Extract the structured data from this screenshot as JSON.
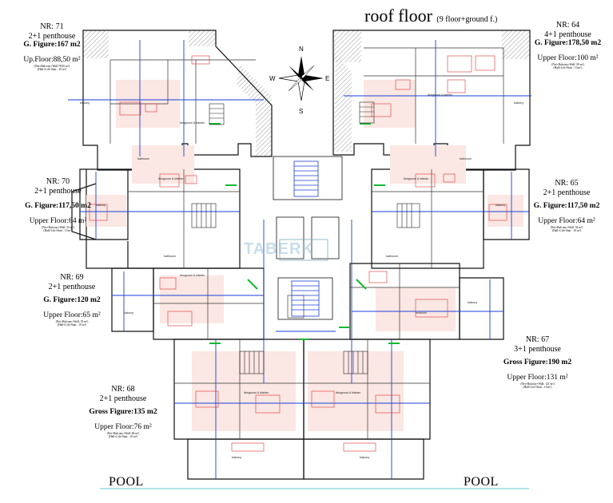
{
  "title": {
    "main": "roof floor",
    "sub": "(9 floor+ground f.)"
  },
  "compass": {
    "n": "N",
    "s": "S",
    "e": "E",
    "w": "W"
  },
  "watermark": "TABERK",
  "pool_left": "POOL",
  "pool_right": "POOL",
  "apartments": [
    {
      "id": "71",
      "nr": "NR: 71",
      "type": "2+1 penthouse",
      "figure": "G. Figure:167 m2",
      "upper": "Up.Floor:88,50  m²",
      "detail1": "(Net+Balcony+Wall:78,95 m²)",
      "detail2": "(Hall+Lift+Stair : 10 m²)"
    },
    {
      "id": "64",
      "nr": "NR: 64",
      "type": "4+1 penthouse",
      "figure": "G. Figure:178,50 m2",
      "upper": "Upper Floor:100  m²",
      "detail1": "(Net+Balcony+Wall: 90 m²)",
      "detail2": "(Hall+Lift+Stair : 10 m²)"
    },
    {
      "id": "70",
      "nr": "NR: 70",
      "type": "2+1 penthouse",
      "figure": "G. Figure:117,50 m2",
      "upper": "Upper Floor:64  m²",
      "detail1": "(Net+Balcony+Wall: 54 m²)",
      "detail2": "(Hall+Lift+Stair : 10 m²)"
    },
    {
      "id": "65",
      "nr": "NR: 65",
      "type": "2+1 penthouse",
      "figure": "G. Figure:117,50 m2",
      "upper": "Upper Floor:64  m²",
      "detail1": "(Net+Balcony+Wall: 54 m²)",
      "detail2": "(Hall+Lift+Stair : 10 m²)"
    },
    {
      "id": "69",
      "nr": "NR: 69",
      "type": "2+1 penthouse",
      "figure": "G. Figure:120 m2",
      "upper": "Upper Floor:65  m²",
      "detail1": "(Net+Balcony+Wall: 55 m²)",
      "detail2": "(Hall+Lift+Stair : 10 m²)"
    },
    {
      "id": "67",
      "nr": "NR: 67",
      "type": "3+1 penthouse",
      "figure": "Gross Figure:190 m2",
      "upper": "Upper Floor:131  m²",
      "detail1": "(Net+Balcony+Wall: 121 m²)",
      "detail2": "(Hall+Lift+Stair : 10 m²)"
    },
    {
      "id": "68",
      "nr": "NR: 68",
      "type": "2+1 penthouse",
      "figure": "Gross Figure:135 m2",
      "upper": "Upper Floor:76  m²",
      "detail1": "(Net+Balcony+Wall: 66 m²)",
      "detail2": "(Hall+Lift+Stair : 10 m²)"
    }
  ],
  "rooms": {
    "living_kitchen": "livingroom & kitchen",
    "bedroom": "bedroom",
    "bathroom": "bathroom",
    "balcony": "balcony"
  }
}
